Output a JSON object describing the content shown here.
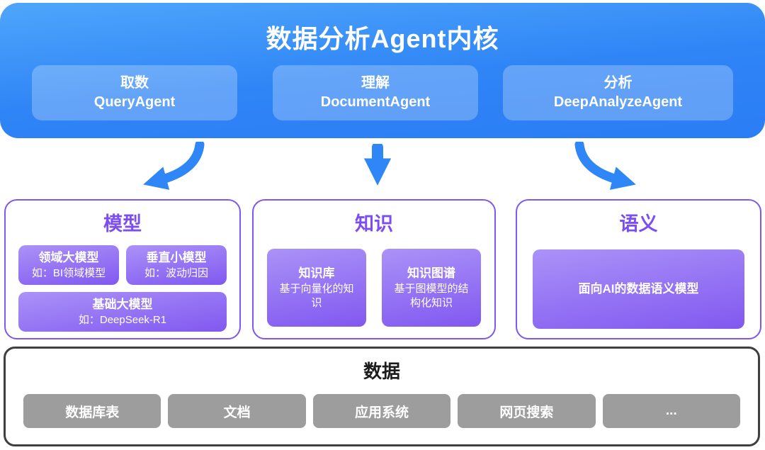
{
  "core": {
    "title": "数据分析Agent内核",
    "agents": [
      {
        "role": "取数",
        "name": "QueryAgent"
      },
      {
        "role": "理解",
        "name": "DocumentAgent"
      },
      {
        "role": "分析",
        "name": "DeepAnalyzeAgent"
      }
    ]
  },
  "panels": {
    "model": {
      "title": "模型",
      "items": [
        {
          "title": "领域大模型",
          "subtitle": "如：BI领域模型"
        },
        {
          "title": "垂直小模型",
          "subtitle": "如：波动归因"
        },
        {
          "title": "基础大模型",
          "subtitle": "如：DeepSeek-R1"
        }
      ]
    },
    "knowledge": {
      "title": "知识",
      "items": [
        {
          "title": "知识库",
          "subtitle": "基于向量化的知识"
        },
        {
          "title": "知识图谱",
          "subtitle": "基于图模型的结构化知识"
        }
      ]
    },
    "semantics": {
      "title": "语义",
      "items": [
        {
          "title": "面向AI的数据语义模型"
        }
      ]
    }
  },
  "data_layer": {
    "title": "数据",
    "sources": [
      "数据库表",
      "文档",
      "应用系统",
      "网页搜索",
      "..."
    ]
  },
  "colors": {
    "core_gradient_start": "#4ea6fb",
    "core_gradient_end": "#2b7df4",
    "agent_card_bg": "rgba(255,255,255,0.25)",
    "arrow_blue": "#2f87f7",
    "panel_border_purple": "#7e57f2",
    "panel_title_purple": "#7b4df2",
    "chip_gradient_start": "#ab92f8",
    "chip_gradient_end": "#8158f0",
    "source_chip_gray": "#9d9d9d",
    "data_border_dark": "#3f3f3f"
  }
}
